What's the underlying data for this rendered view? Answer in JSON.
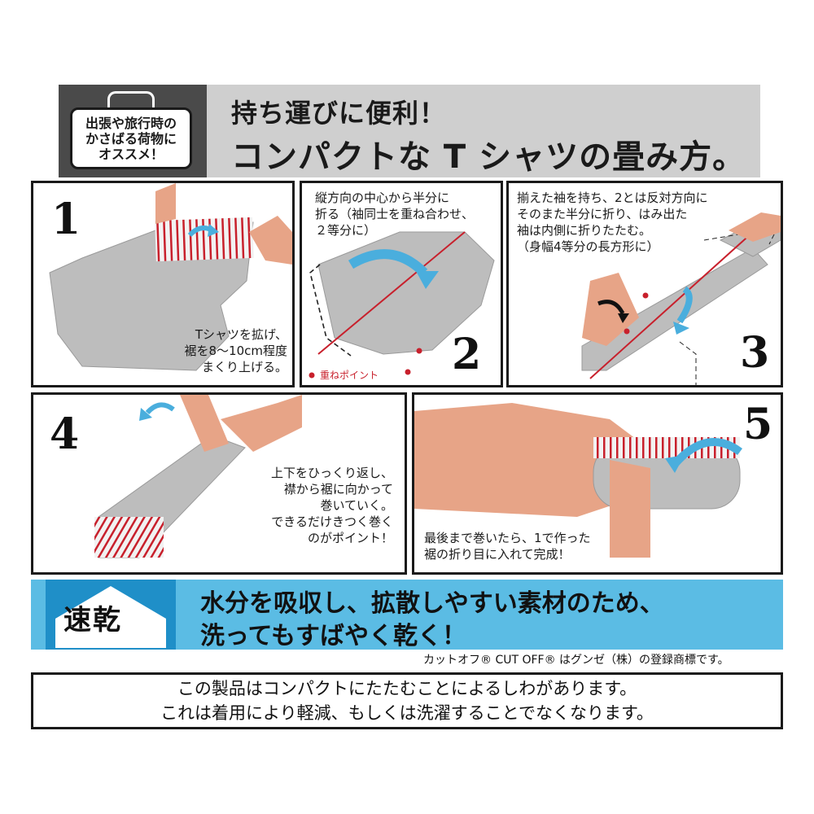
{
  "header": {
    "badge": [
      "出張や旅行時の",
      "かさばる荷物に",
      "オススメ！"
    ],
    "title_line1": "持ち運びに便利！",
    "title_line2": "コンパクトな T シャツの畳み方。"
  },
  "steps": [
    {
      "number": "1",
      "text": [
        "Tシャツを拡げ、",
        "裾を8〜10cm程度",
        "まくり上げる。"
      ]
    },
    {
      "number": "2",
      "text": [
        "縦方向の中心から半分に",
        "折る（袖同士を重ね合わせ、",
        "２等分に）"
      ],
      "point_label": "重ねポイント"
    },
    {
      "number": "3",
      "text": [
        "揃えた袖を持ち、2とは反対方向に",
        "そのまた半分に折り、はみ出た",
        "袖は内側に折りたたむ。",
        "（身幅4等分の長方形に）"
      ]
    },
    {
      "number": "4",
      "text": [
        "上下をひっくり返し、",
        "襟から裾に向かって",
        "巻いていく。",
        "できるだけきつく巻く",
        "のがポイント！"
      ]
    },
    {
      "number": "5",
      "text": [
        "最後まで巻いたら、1で作った",
        "裾の折り目に入れて完成！"
      ]
    }
  ],
  "band": {
    "badge": "速乾",
    "line1": "水分を吸収し、拡散しやすい素材のため、",
    "line2": "洗ってもすばやく乾く！"
  },
  "trademark": "カットオフ® CUT OFF® はグンゼ（株）の登録商標です。",
  "notice": {
    "line1": "この製品はコンパクトにたたむことによるしわがあります。",
    "line2": "これは着用により軽減、もしくは洗濯することでなくなります。"
  },
  "colors": {
    "header_gray": "#cfcfcf",
    "header_dark": "#4a4a4a",
    "band_blue": "#5bbce4",
    "arrow_blue": "#4aaedd",
    "stripe_red": "#c8202c",
    "skin": "#e7a487",
    "shirt_gray": "#bdbdbd"
  }
}
